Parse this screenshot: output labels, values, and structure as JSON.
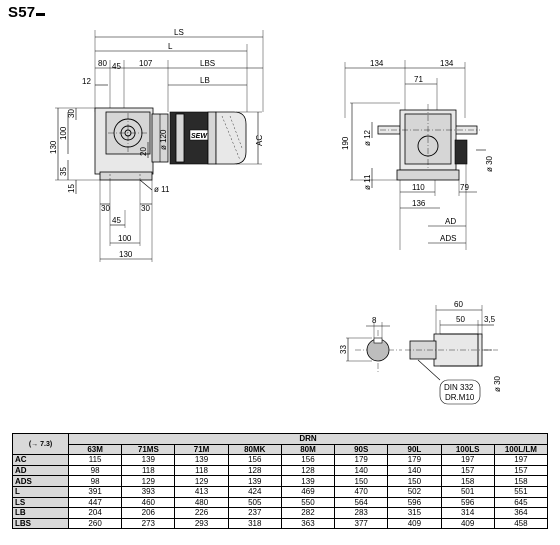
{
  "title": "S57",
  "drawing": {
    "side_view": {
      "LS": "LS",
      "L": "L",
      "LBS": "LBS",
      "LB": "LB",
      "AC": "AC",
      "d80": "80",
      "d45": "45",
      "d107": "107",
      "d12": "12",
      "d30top": "30",
      "d130": "130",
      "d100": "100",
      "d35": "35",
      "d15": "15",
      "d20": "20",
      "d120": "ø 120",
      "d11": "ø 11",
      "b30a": "30",
      "b30b": "30",
      "b45": "45",
      "b100": "100",
      "b130": "130",
      "logo": "SEW"
    },
    "end_view": {
      "d134a": "134",
      "d134b": "134",
      "d71": "71",
      "d190": "190",
      "d12": "ø 12",
      "d11": "ø 11",
      "d110": "110",
      "d79": "79",
      "d136": "136",
      "AD": "AD",
      "ADS": "ADS",
      "d30": "ø 30"
    },
    "shaft_view": {
      "d8": "8",
      "d33": "33",
      "d60": "60",
      "d50": "50",
      "d35": "3,5",
      "din": "DIN 332",
      "drm": "DR.M10",
      "d30": "ø 30"
    }
  },
  "table": {
    "ref_label": "(→ 7.3)",
    "group_label": "DRN",
    "columns": [
      "63M",
      "71MS",
      "71M",
      "80MK",
      "80M",
      "90S",
      "90L",
      "100LS",
      "100L/LM"
    ],
    "rows": [
      {
        "label": "AC",
        "values": [
          "115",
          "139",
          "139",
          "156",
          "156",
          "179",
          "179",
          "197",
          "197"
        ]
      },
      {
        "label": "AD",
        "values": [
          "98",
          "118",
          "118",
          "128",
          "128",
          "140",
          "140",
          "157",
          "157"
        ]
      },
      {
        "label": "ADS",
        "values": [
          "98",
          "129",
          "129",
          "139",
          "139",
          "150",
          "150",
          "158",
          "158"
        ]
      },
      {
        "label": "L",
        "values": [
          "391",
          "393",
          "413",
          "424",
          "469",
          "470",
          "502",
          "501",
          "551"
        ]
      },
      {
        "label": "LS",
        "values": [
          "447",
          "460",
          "480",
          "505",
          "550",
          "564",
          "596",
          "596",
          "645"
        ]
      },
      {
        "label": "LB",
        "values": [
          "204",
          "206",
          "226",
          "237",
          "282",
          "283",
          "315",
          "314",
          "364"
        ]
      },
      {
        "label": "LBS",
        "values": [
          "260",
          "273",
          "293",
          "318",
          "363",
          "377",
          "409",
          "409",
          "458"
        ]
      }
    ]
  }
}
